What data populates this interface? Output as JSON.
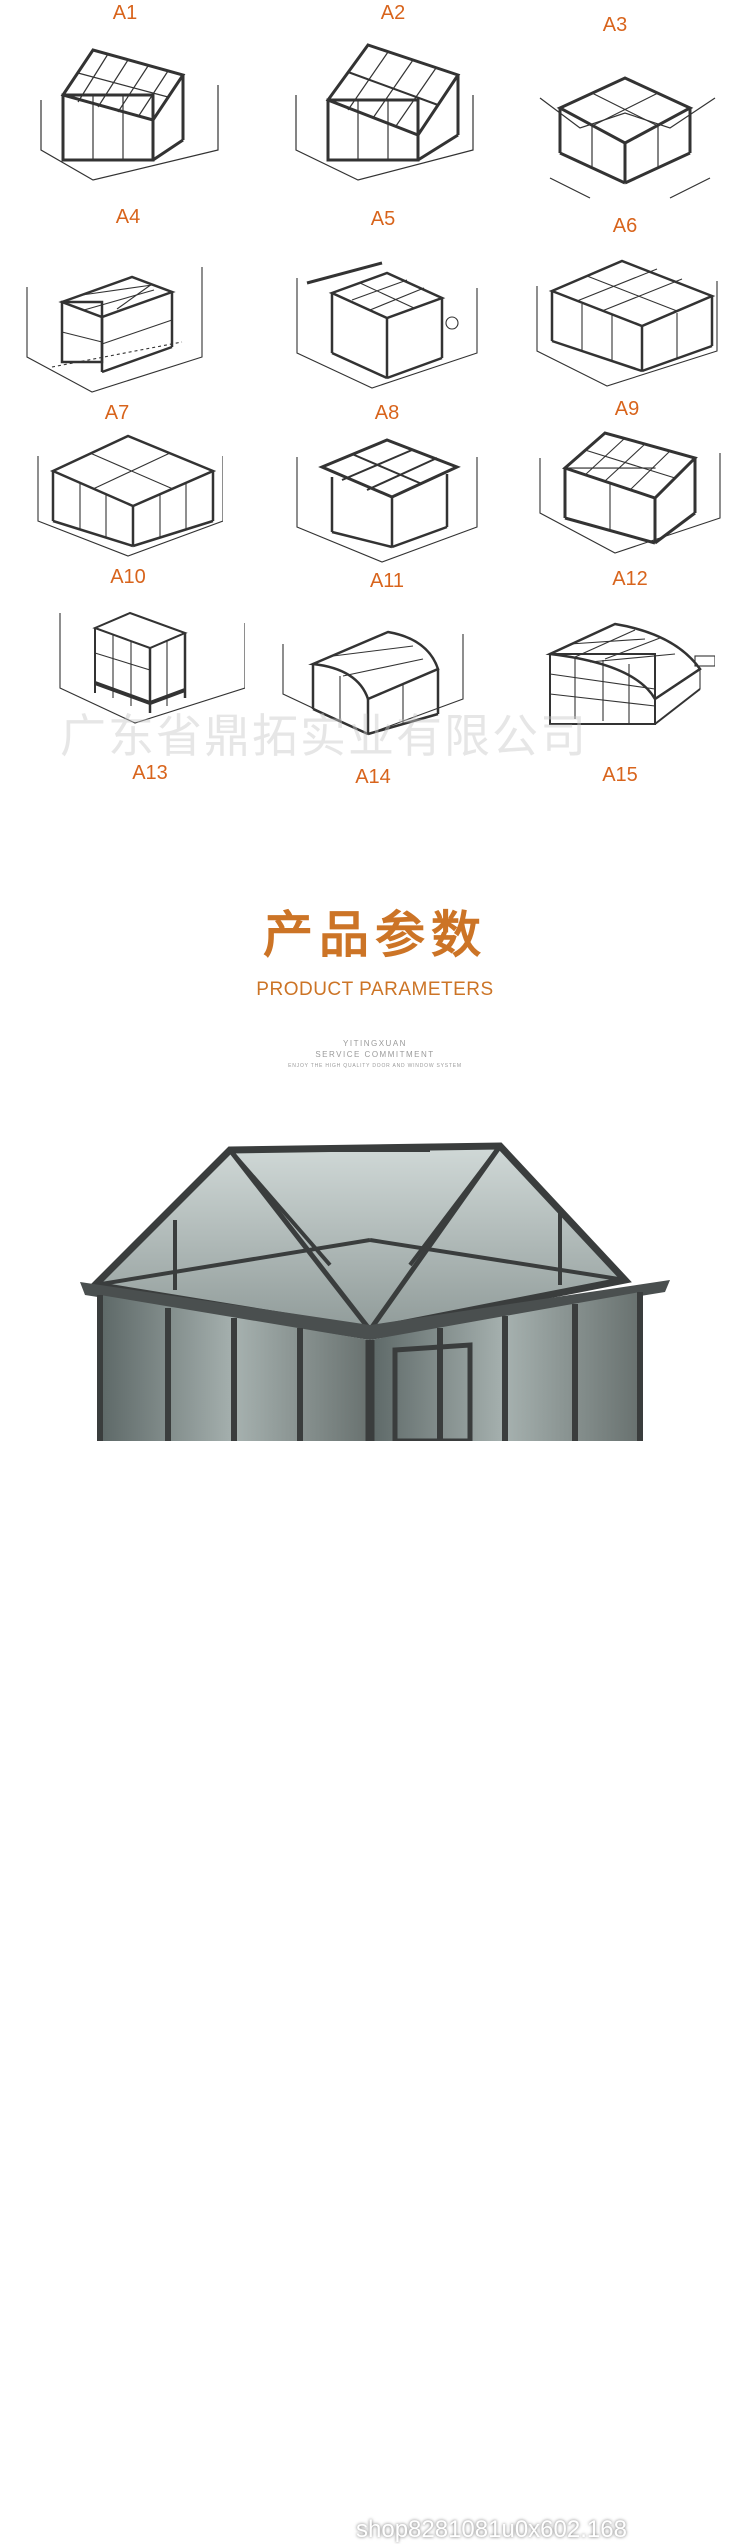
{
  "gallery": {
    "labels": [
      "A1",
      "A2",
      "A3",
      "A4",
      "A5",
      "A6",
      "A7",
      "A8",
      "A9",
      "A10",
      "A11",
      "A12",
      "A13",
      "A14",
      "A15"
    ]
  },
  "watermark": "广东省鼎拓实业有限公司",
  "section": {
    "title_cn": "产品参数",
    "title_en": "PRODUCT PARAMETERS",
    "small_line1": "YITINGXUAN",
    "small_line2": "SERVICE COMMITMENT",
    "small_line3": "ENJOY THE HIGH QUALITY DOOR AND WINDOW SYSTEM"
  },
  "photo": {
    "shop_id": "shop8281081u0x602.168"
  },
  "colors": {
    "accent": "#cc7426",
    "label": "#d8641c",
    "frame": "#3a3d3d"
  }
}
